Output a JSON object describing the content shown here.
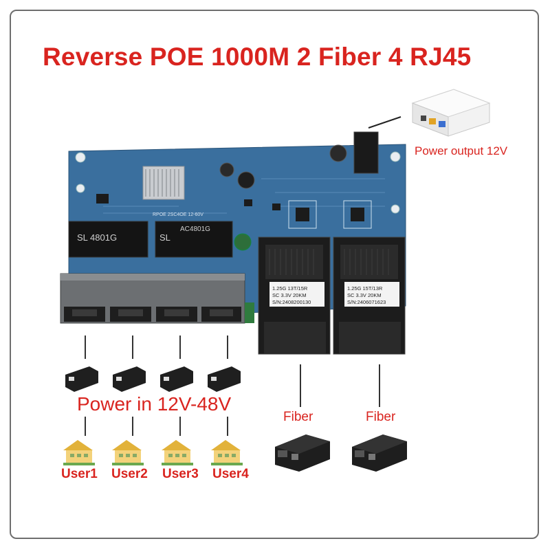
{
  "title": "Reverse POE 1000M 2 Fiber 4 RJ45",
  "labels": {
    "power_output": "Power output 12V",
    "power_input": "Power in 12V-48V",
    "fiber_left": "Fiber",
    "fiber_right": "Fiber"
  },
  "users": [
    "User1",
    "User2",
    "User3",
    "User4"
  ],
  "board": {
    "chip_left": "SL 4801G",
    "chip_right": "AC4801G",
    "chip_right_prefix": "SL",
    "silkscreen": "RPOE 2SC4OE 12-60V",
    "sfp_left": {
      "line1": "1.25G 13T/15R",
      "line2": "SC 3.3V 20KM",
      "line3": "S/N:2408200130"
    },
    "sfp_right": {
      "line1": "1.25G 15T/13R",
      "line2": "SC 3.3V 20KM",
      "line3": "S/N:2406071623"
    }
  },
  "colors": {
    "accent_red": "#d9241f",
    "pcb_blue": "#3a6f9e",
    "frame": "#6e6e6e"
  }
}
